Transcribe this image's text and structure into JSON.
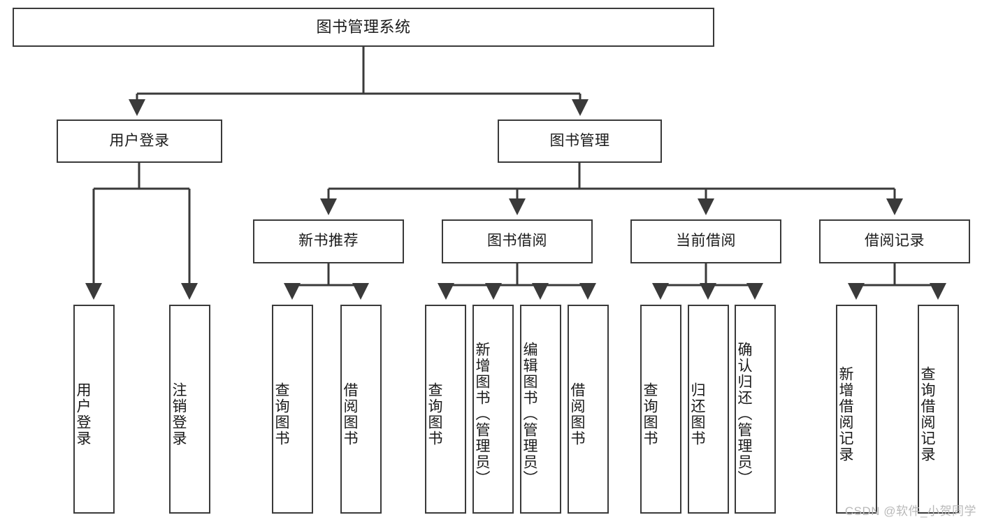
{
  "diagram": {
    "title": "图书管理系统",
    "type": "tree-hierarchy-diagram",
    "colors": {
      "stroke": "#3a3a3a",
      "fill": "#ffffff",
      "text": "#1a1a1a",
      "watermark": "#b9b9b9"
    },
    "root": {
      "label": "图书管理系统"
    },
    "level2": [
      {
        "label": "用户登录"
      },
      {
        "label": "图书管理"
      }
    ],
    "level3": [
      {
        "label": "新书推荐"
      },
      {
        "label": "图书借阅"
      },
      {
        "label": "当前借阅"
      },
      {
        "label": "借阅记录"
      }
    ],
    "leaves": {
      "user_login": [
        {
          "label": "用户登录"
        },
        {
          "label": "注销登录"
        }
      ],
      "new_book_recommend": [
        {
          "label": "查询图书"
        },
        {
          "label": "借阅图书"
        }
      ],
      "book_borrow": [
        {
          "label": "查询图书"
        },
        {
          "label": "新增图书（管理员）"
        },
        {
          "label": "编辑图书（管理员）"
        },
        {
          "label": "借阅图书"
        }
      ],
      "current_borrow": [
        {
          "label": "查询图书"
        },
        {
          "label": "归还图书"
        },
        {
          "label": "确认归还（管理员）"
        }
      ],
      "borrow_record": [
        {
          "label": "新增借阅记录"
        },
        {
          "label": "查询借阅记录"
        }
      ]
    },
    "watermark": "CSDN @软件_小贺同学"
  }
}
